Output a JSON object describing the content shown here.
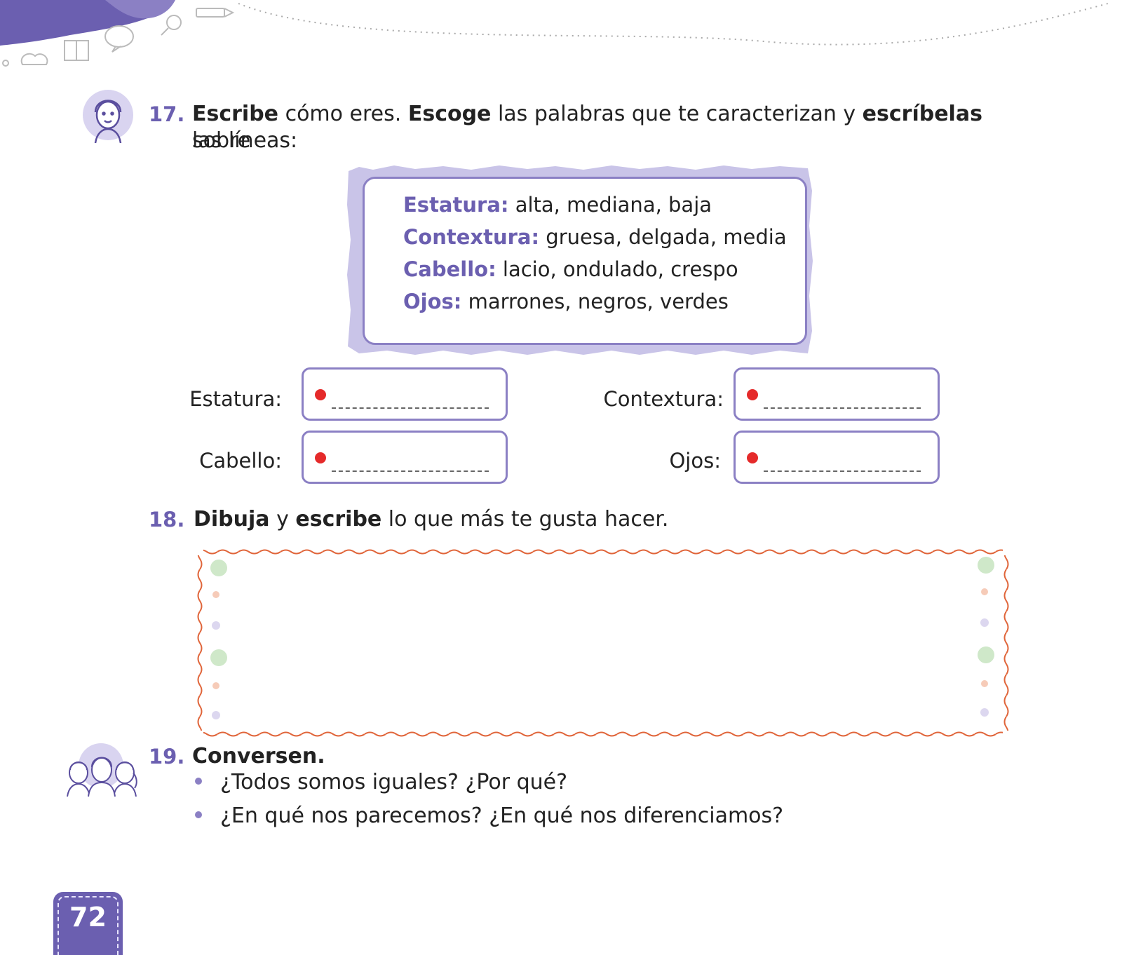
{
  "q17": {
    "number": "17.",
    "w1": "Escribe",
    "t1": " cómo eres. ",
    "w2": "Escoge",
    "t2": " las palabras que te caracterizan y ",
    "w3": "escríbelas",
    "t3": " sobre",
    "line2": "las líneas:"
  },
  "traits": [
    {
      "key": "Estatura:",
      "values": " alta, mediana, baja"
    },
    {
      "key": "Contextura:",
      "values": " gruesa, delgada, media"
    },
    {
      "key": "Cabello:",
      "values": " lacio, ondulado, crespo"
    },
    {
      "key": "Ojos:",
      "values": " marrones, negros, verdes"
    }
  ],
  "fields": {
    "estatura": "Estatura:",
    "contextura": "Contextura:",
    "cabello": "Cabello:",
    "ojos": "Ojos:"
  },
  "q18": {
    "number": "18.",
    "w1": "Dibuja",
    "t1": " y ",
    "w2": "escribe",
    "t2": " lo que más te gusta hacer."
  },
  "q19": {
    "number": "19.",
    "title": "Conversen.",
    "bullets": [
      "¿Todos somos iguales? ¿Por qué?",
      "¿En qué nos parecemos? ¿En qué nos diferenciamos?"
    ]
  },
  "page_number": "72",
  "colors": {
    "accent": "#6b5fb0",
    "frame": "#8b80c4",
    "frame_light": "#c9c4e8",
    "draw_border": "#e0653a",
    "dot_red": "#e52a2a"
  }
}
